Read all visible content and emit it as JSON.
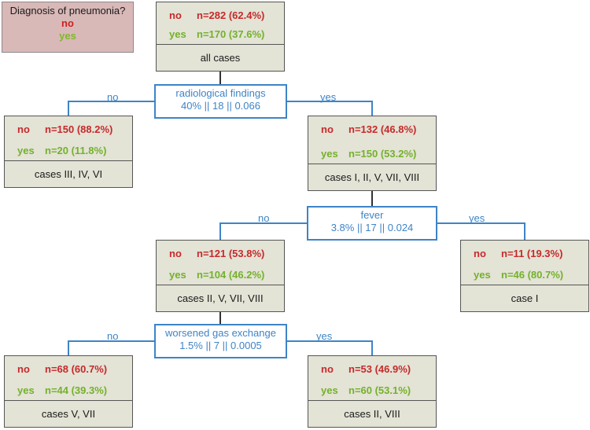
{
  "legend": {
    "title": "Diagnosis of pneumonia?",
    "no": "no",
    "yes": "yes"
  },
  "labels": {
    "no": "no",
    "yes": "yes"
  },
  "nodes": [
    {
      "id": "root",
      "no": "n=282 (62.4%)",
      "yes": "n=170 (37.6%)",
      "cases": "all cases"
    },
    {
      "id": "n2",
      "no": "n=150 (88.2%)",
      "yes": "n=20 (11.8%)",
      "cases": "cases III, IV, VI"
    },
    {
      "id": "n3",
      "no": "n=132 (46.8%)",
      "yes": "n=150 (53.2%)",
      "cases": "cases I, II, V, VII, VIII"
    },
    {
      "id": "n4",
      "no": "n=121 (53.8%)",
      "yes": "n=104 (46.2%)",
      "cases": "cases II, V, VII, VIII"
    },
    {
      "id": "n5",
      "no": "n=11 (19.3%)",
      "yes": "n=46 (80.7%)",
      "cases": "case I"
    },
    {
      "id": "n6",
      "no": "n=68 (60.7%)",
      "yes": "n=44 (39.3%)",
      "cases": "cases V, VII"
    },
    {
      "id": "n7",
      "no": "n=53 (46.9%)",
      "yes": "n=60 (53.1%)",
      "cases": "cases II, VIII"
    }
  ],
  "splits": [
    {
      "id": "s1",
      "name": "radiological findings",
      "stats": "40% || 18 || 0.066"
    },
    {
      "id": "s2",
      "name": "fever",
      "stats": "3.8% || 17 || 0.024"
    },
    {
      "id": "s3",
      "name": "worsened gas exchange",
      "stats": "1.5% || 7 || 0.0005"
    }
  ],
  "colors": {
    "no": "#c62a2a",
    "yes": "#74b12b",
    "split": "#3e84c6",
    "node_bg": "#e3e3d6",
    "legend_bg": "#d9b8b8"
  }
}
